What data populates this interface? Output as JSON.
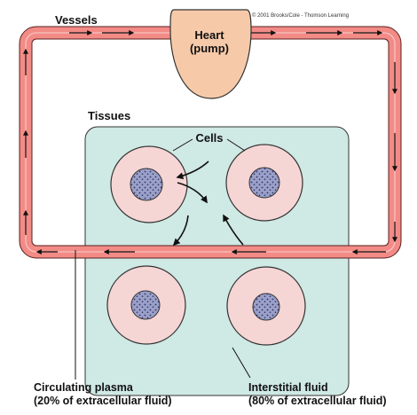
{
  "labels": {
    "vessels": "Vessels",
    "copyright": "© 2001 Brooks/Cole - Thomson Learning",
    "heart_line1": "Heart",
    "heart_line2": "(pump)",
    "tissues": "Tissues",
    "cells": "Cells",
    "plasma_line1": "Circulating plasma",
    "plasma_line2": "(20% of extracellular fluid)",
    "interstitial_line1": "Interstitial fluid",
    "interstitial_line2": "(80% of extracellular fluid)"
  },
  "colors": {
    "vessel_fill": "#f28b86",
    "vessel_stroke": "#5a1f1f",
    "vessel_inner_line": "#f7c2bf",
    "heart_fill": "#f6caa9",
    "tissue_fill": "#cfe9e4",
    "cell_fill": "#f6d5d5",
    "nucleus_fill": "#9aa0c8",
    "arrow": "#111111"
  },
  "icons": {
    "heart": "heart-pump-icon",
    "cell": "cell-icon",
    "nucleus": "nucleus-icon",
    "flow_arrow": "flow-arrow-icon"
  }
}
